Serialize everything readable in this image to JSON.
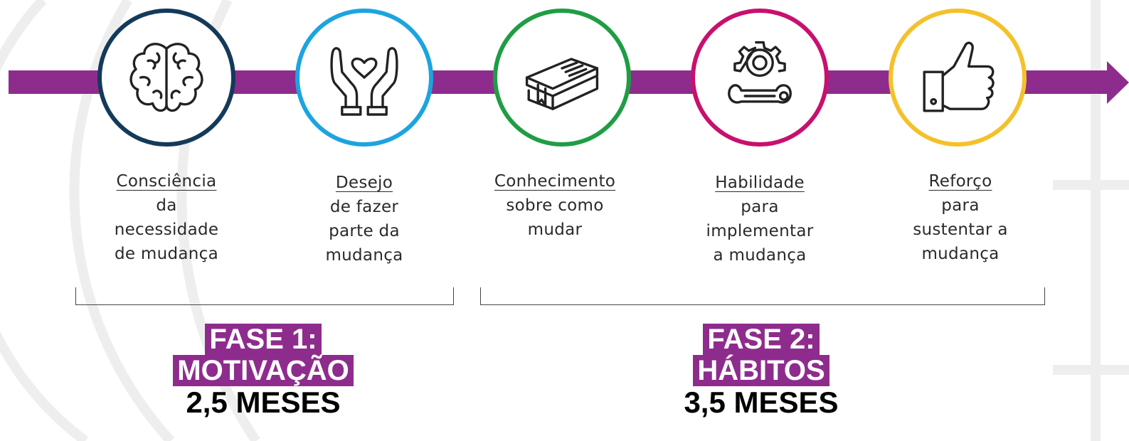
{
  "stages": [
    {
      "title": "Consciência",
      "desc": [
        "da",
        "necessidade",
        "de mudança"
      ],
      "color": "#143a5a",
      "icon": "brain-icon"
    },
    {
      "title": "Desejo",
      "desc": [
        "de fazer",
        "parte da",
        "mudança"
      ],
      "color": "#1ca4df",
      "icon": "hands-heart-icon"
    },
    {
      "title": "Conhecimento",
      "desc": [
        "sobre como",
        "mudar"
      ],
      "color": "#1f9d45",
      "icon": "books-icon"
    },
    {
      "title": "Habilidade",
      "desc": [
        "para",
        "implementar",
        "a mudança"
      ],
      "color": "#c8106e",
      "icon": "gear-wrench-icon"
    },
    {
      "title": "Reforço",
      "desc": [
        "para",
        "sustentar a",
        "mudança"
      ],
      "color": "#f5c12a",
      "icon": "thumbs-up-icon"
    }
  ],
  "phases": [
    {
      "label_line1": "FASE 1:",
      "label_line2": "MOTIVAÇÃO",
      "duration": "2,5 MESES"
    },
    {
      "label_line1": "FASE 2:",
      "label_line2": "HÁBITOS",
      "duration": "3,5 MESES"
    }
  ],
  "colors": {
    "accent": "#8e2c8e",
    "text": "#2a2a2a"
  }
}
